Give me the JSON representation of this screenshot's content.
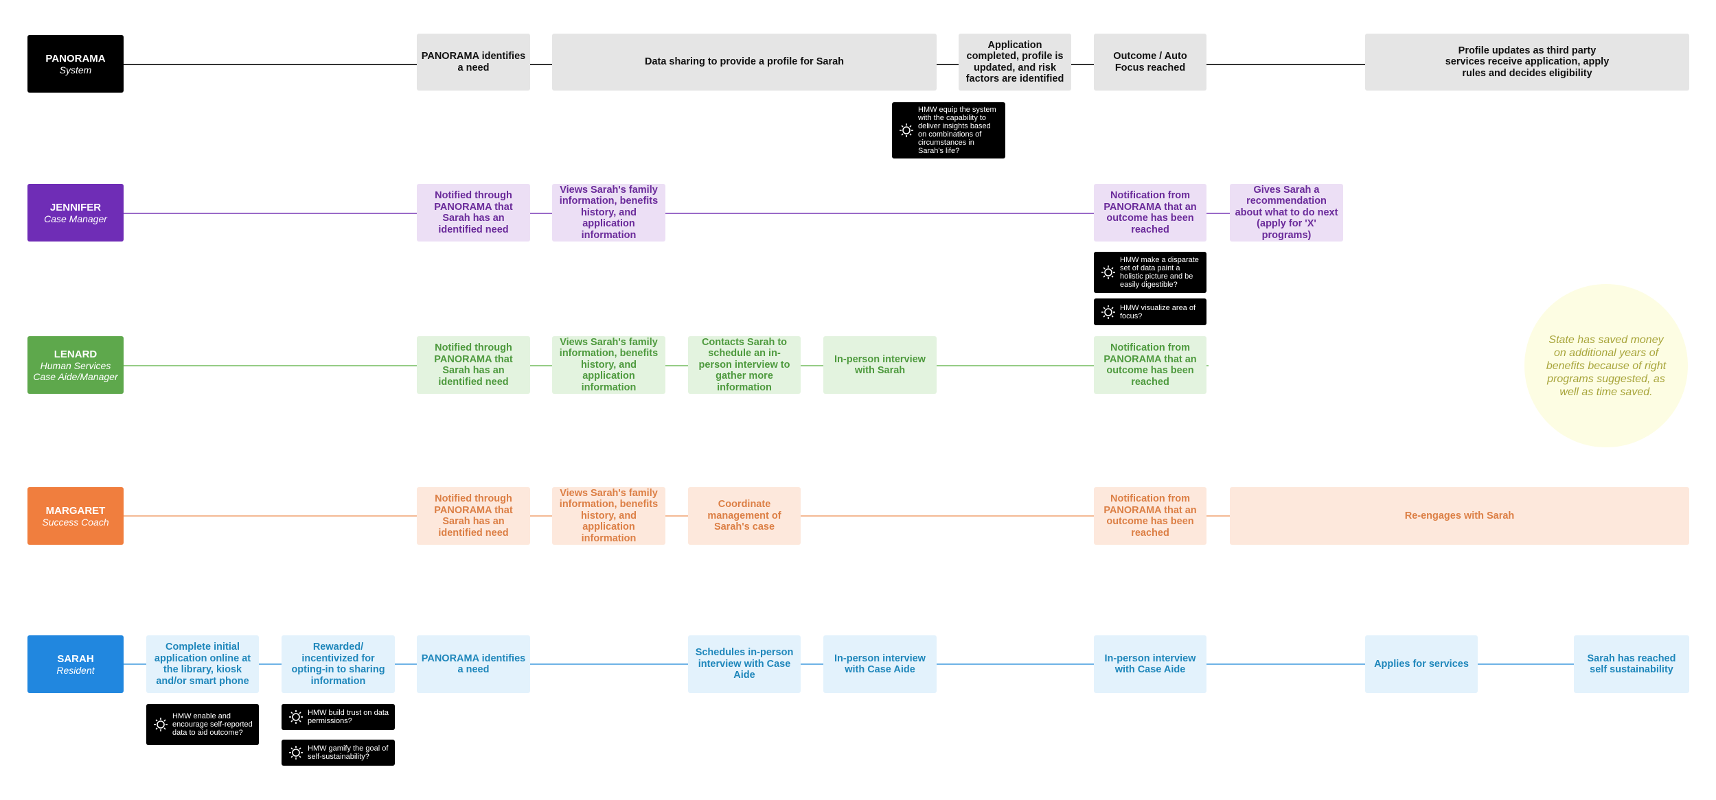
{
  "colors": {
    "system": "#111111",
    "jennifer": "#6f2db6",
    "lenard": "#5ea84c",
    "margaret": "#f07e3e",
    "sarah": "#2187df",
    "hmw_bg": "#000000",
    "outcome_bg": "#fdfde3"
  },
  "lanes": {
    "system": {
      "actor": {
        "name": "PANORAMA",
        "role": "System"
      },
      "cards": [
        "PANORAMA identifies a need",
        "Data sharing to provide a profile for Sarah",
        "Application completed, profile is updated, and risk factors are identified",
        "Outcome / Auto Focus reached",
        "Profile updates as third party services receive application, apply rules and decides eligibility"
      ],
      "hmw": [
        "HMW equip the system with the capability to deliver insights based on combinations of circumstances in Sarah's life?"
      ]
    },
    "jennifer": {
      "actor": {
        "name": "JENNIFER",
        "role": "Case Manager"
      },
      "cards": [
        "Notified through PANORAMA that Sarah has an identified need",
        "Views Sarah's family information, benefits history, and application information",
        "Notification from PANORAMA that an outcome has been reached",
        "Gives Sarah a recommendation about what to do next (apply for 'X' programs)"
      ],
      "hmw": [
        "HMW make a disparate set of data paint a holistic picture and be easily digestible?",
        "HMW visualize area of focus?"
      ]
    },
    "lenard": {
      "actor": {
        "name": "LENARD",
        "role": "Human Services Case Aide/Manager"
      },
      "cards": [
        "Notified through PANORAMA that Sarah has an identified need",
        "Views Sarah's family information, benefits history, and application information",
        "Contacts Sarah to schedule an in-person interview to gather more information",
        "In-person interview with Sarah",
        "Notification from PANORAMA that an outcome has been reached"
      ]
    },
    "margaret": {
      "actor": {
        "name": "MARGARET",
        "role": "Success Coach"
      },
      "cards": [
        "Notified through PANORAMA that Sarah has an identified need",
        "Views Sarah's family information, benefits history, and application information",
        "Coordinate management of Sarah's case",
        "Notification from PANORAMA that an outcome has been reached",
        "Re-engages with Sarah"
      ]
    },
    "sarah": {
      "actor": {
        "name": "SARAH",
        "role": "Resident"
      },
      "cards": [
        "Complete initial application online at the library, kiosk and/or smart phone",
        "Rewarded/ incentivized for opting-in to sharing information",
        "PANORAMA identifies a need",
        "Schedules in-person interview with Case Aide",
        "In-person interview with Case Aide",
        "In-person interview with Case Aide",
        "Applies for services",
        "Sarah has reached self sustainability"
      ],
      "hmw": [
        "HMW enable and encourage self-reported data to aid outcome?",
        "HMW build trust on data permissions?",
        "HMW gamify the goal of self-sustainability?"
      ]
    }
  },
  "outcome": "State has saved money on additional years of benefits because of right programs suggested, as well as time saved.",
  "icons": {
    "hmw": "lightbulb-icon"
  }
}
